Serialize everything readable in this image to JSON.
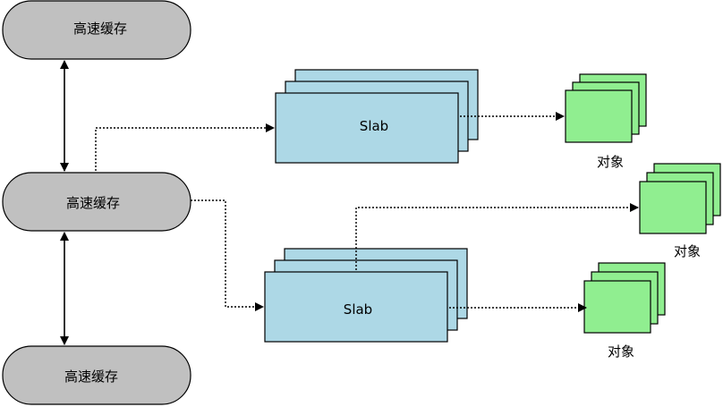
{
  "labels": {
    "cache": "高速缓存",
    "slab": "Slab",
    "object": "对象"
  },
  "colors": {
    "cache_fill": "#c0c0c0",
    "slab_fill": "#add8e6",
    "object_fill": "#90ee90",
    "stroke": "#000000"
  }
}
